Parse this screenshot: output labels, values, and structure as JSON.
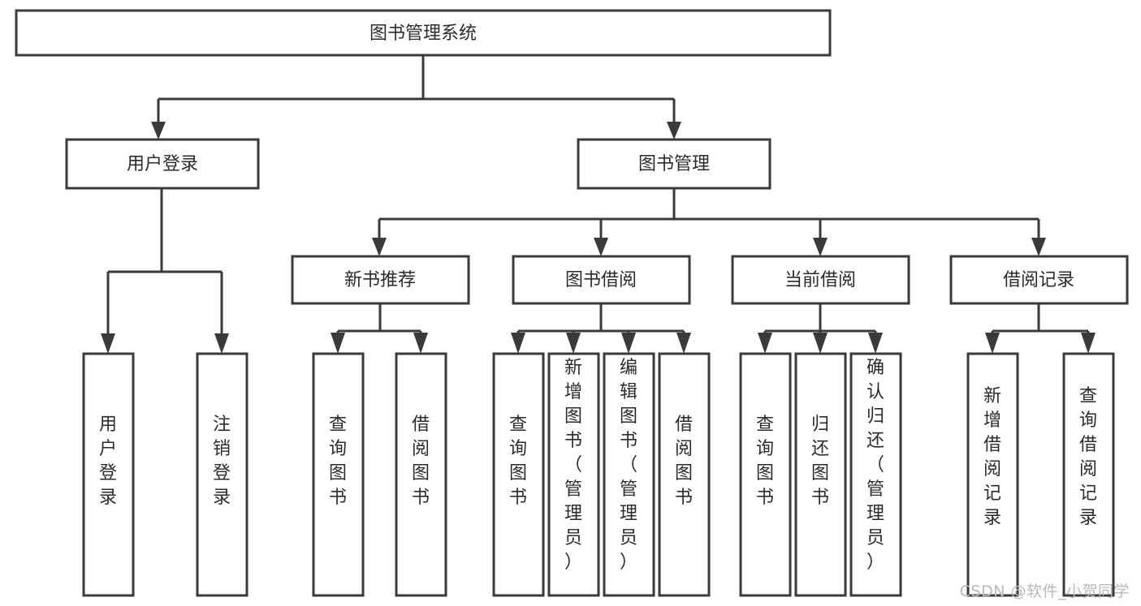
{
  "diagram": {
    "type": "tree",
    "title": "图书管理系统",
    "watermark": "CSDN @软件_小贺同学",
    "colors": {
      "stroke": "#3a3a3a",
      "fill": "#ffffff",
      "text": "#2b2b2b",
      "watermark": "#b9b9b9",
      "background": "#ffffff"
    },
    "levels": {
      "root_label": "图书管理系统",
      "level2": [
        {
          "label": "用户登录"
        },
        {
          "label": "图书管理"
        }
      ],
      "level3": [
        {
          "label": "新书推荐"
        },
        {
          "label": "图书借阅"
        },
        {
          "label": "当前借阅"
        },
        {
          "label": "借阅记录"
        }
      ]
    },
    "nodes": {
      "root": {
        "label": "图书管理系统",
        "orientation": "horizontal"
      },
      "user_login": {
        "label": "用户登录",
        "orientation": "horizontal"
      },
      "book_manage": {
        "label": "图书管理",
        "orientation": "horizontal"
      },
      "new_book_rec": {
        "label": "新书推荐",
        "orientation": "horizontal"
      },
      "book_borrow": {
        "label": "图书借阅",
        "orientation": "horizontal"
      },
      "current_borrow": {
        "label": "当前借阅",
        "orientation": "horizontal"
      },
      "borrow_record": {
        "label": "借阅记录",
        "orientation": "horizontal"
      },
      "leaf_user_login": {
        "label": "用户登录",
        "orientation": "vertical"
      },
      "leaf_logout": {
        "label": "注销登录",
        "orientation": "vertical"
      },
      "leaf_query_book_1": {
        "label": "查询图书",
        "orientation": "vertical"
      },
      "leaf_borrow_book_1": {
        "label": "借阅图书",
        "orientation": "vertical"
      },
      "leaf_query_book_2": {
        "label": "查询图书",
        "orientation": "vertical"
      },
      "leaf_add_book": {
        "label": "新增图书（管理员）",
        "orientation": "vertical"
      },
      "leaf_edit_book": {
        "label": "编辑图书（管理员）",
        "orientation": "vertical"
      },
      "leaf_borrow_book_2": {
        "label": "借阅图书",
        "orientation": "vertical"
      },
      "leaf_query_book_3": {
        "label": "查询图书",
        "orientation": "vertical"
      },
      "leaf_return_book": {
        "label": "归还图书",
        "orientation": "vertical"
      },
      "leaf_confirm_return": {
        "label": "确认归还（管理员）",
        "orientation": "vertical"
      },
      "leaf_add_record": {
        "label": "新增借阅记录",
        "orientation": "vertical"
      },
      "leaf_query_record": {
        "label": "查询借阅记录",
        "orientation": "vertical"
      }
    },
    "groups": [
      {
        "parent": "用户登录",
        "children": [
          "用户登录",
          "注销登录"
        ]
      },
      {
        "parent": "新书推荐",
        "children": [
          "查询图书",
          "借阅图书"
        ]
      },
      {
        "parent": "图书借阅",
        "children": [
          "查询图书",
          "新增图书（管理员）",
          "编辑图书（管理员）",
          "借阅图书"
        ]
      },
      {
        "parent": "当前借阅",
        "children": [
          "查询图书",
          "归还图书",
          "确认归还（管理员）"
        ]
      },
      {
        "parent": "借阅记录",
        "children": [
          "新增借阅记录",
          "查询借阅记录"
        ]
      }
    ]
  }
}
